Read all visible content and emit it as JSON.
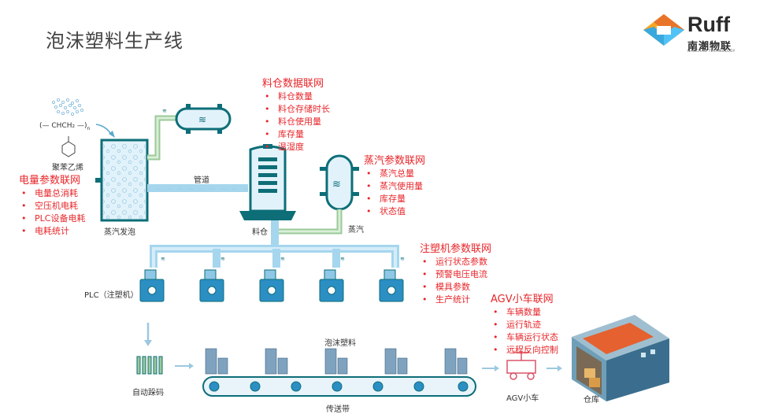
{
  "header": {
    "title": "泡沫塑料生产线",
    "logo": {
      "name": "Ruff",
      "cn": "南潮物联",
      "en": "NANCHAO TECHNOLOGY"
    }
  },
  "diagram": {
    "polystyrene_formula": "(— CHCH₂ —)",
    "polystyrene_subscript": "n",
    "polystyrene_label": "聚苯乙烯",
    "steam_foaming_label": "蒸汽发泡",
    "pipe_label": "管道",
    "silo_label": "料仓",
    "steam_label": "蒸汽",
    "plc_label": "PLC（注塑机）",
    "foam_label": "泡沫塑料",
    "stacking_label": "自动跺码",
    "conveyor_label": "传送带",
    "agv_label": "AGV小车",
    "warehouse_label": "仓库"
  },
  "groups": {
    "power": {
      "title": "电量参数联网",
      "items": [
        "电量总消耗",
        "空压机电耗",
        "PLC设备电耗",
        "电耗统计"
      ]
    },
    "silo": {
      "title": "料仓数据联网",
      "items": [
        "料仓数量",
        "料仓存储时长",
        "料仓使用量",
        "库存量",
        "温湿度"
      ]
    },
    "steam": {
      "title": "蒸汽参数联网",
      "items": [
        "蒸汽总量",
        "蒸汽使用量",
        "库存量",
        "状态值"
      ]
    },
    "injection": {
      "title": "注塑机参数联网",
      "items": [
        "运行状态参数",
        "预警电压电流",
        "模具参数",
        "生产统计"
      ]
    },
    "agv": {
      "title": "AGV小车联网",
      "items": [
        "车辆数量",
        "运行轨迹",
        "车辆运行状态",
        "远程反向控制"
      ]
    }
  },
  "colors": {
    "accent_red": "#e8262a",
    "pipe_blue": "#6fb8de",
    "pipe_green": "#9bc99a",
    "dark_teal": "#0d6e78"
  }
}
